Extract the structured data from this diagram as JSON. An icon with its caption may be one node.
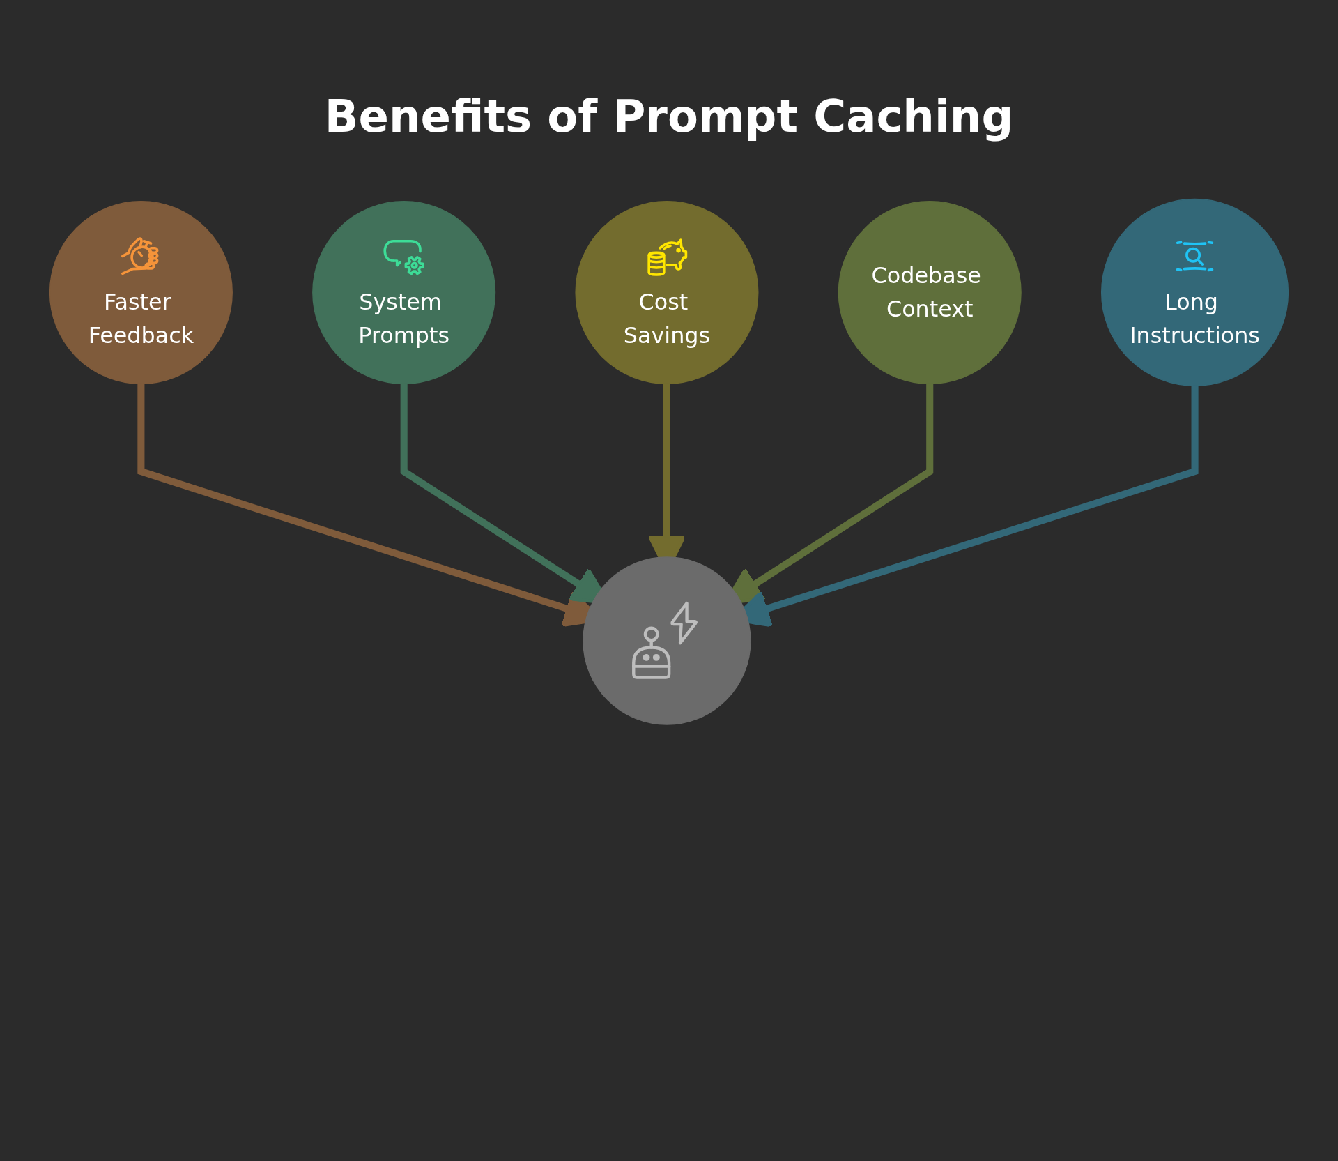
{
  "diagram": {
    "title": "Benefits of Prompt Caching",
    "nodes": [
      {
        "text": [
          "Faster Feedback"
        ]
      },
      {
        "text": [
          "System Prompts"
        ]
      },
      {
        "text": [],
        "shape": "circle"
      },
      {
        "text": [
          "Cost Savings"
        ]
      },
      {
        "text": [
          "Codebase Context"
        ]
      },
      {
        "text": [
          "Long Instructions"
        ]
      }
    ],
    "edges": [
      {
        "from": 0,
        "to": 2,
        "arrow": "to",
        "color": "#7f5b3b"
      },
      {
        "from": 1,
        "to": 2,
        "arrow": "to",
        "color": "#41715a"
      },
      {
        "from": 3,
        "to": 2,
        "arrow": "to",
        "color": "#736c2e"
      },
      {
        "from": 4,
        "to": 2,
        "arrow": "to",
        "color": "#5f6f3b"
      },
      {
        "from": 5,
        "to": 2,
        "arrow": "to",
        "color": "#336878"
      }
    ]
  }
}
